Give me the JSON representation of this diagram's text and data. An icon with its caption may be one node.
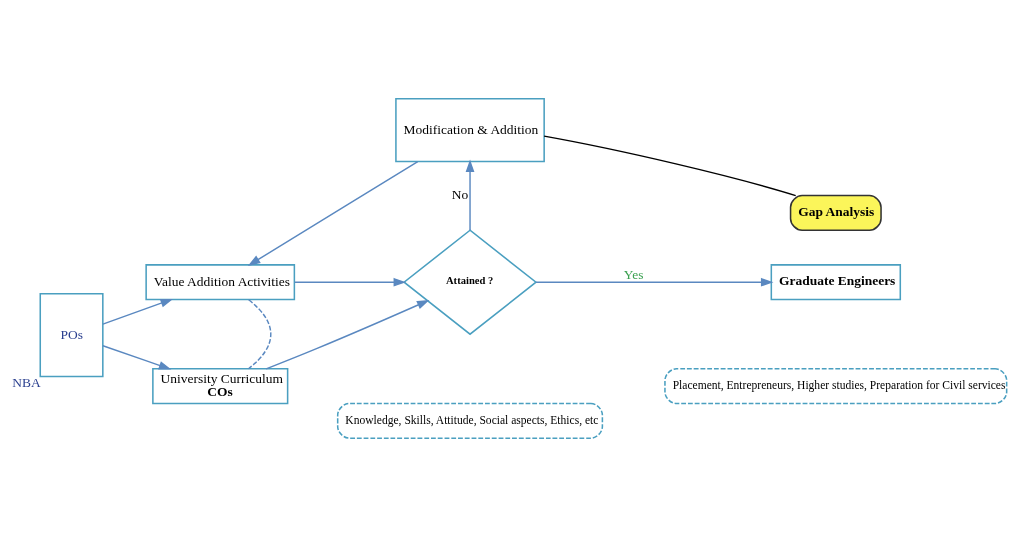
{
  "diagram": {
    "nodes": [
      {
        "text": [
          "POs"
        ],
        "beside": [
          "NBA"
        ]
      },
      {
        "text": [
          "Value Addition Activities"
        ]
      },
      {
        "text": [
          "University Curriculum",
          "COs"
        ]
      },
      {
        "text": [
          "Modification & Addition"
        ]
      },
      {
        "text": [
          "Gap Analysis"
        ]
      },
      {
        "text": [
          "Attained ?"
        ]
      },
      {
        "text": [
          "Knowledge, Skills, Attitude, Social aspects, Ethics, etc"
        ]
      },
      {
        "text": [
          "Graduate Engineers"
        ]
      },
      {
        "text": [
          "Placement, Entrepreneurs, Higher studies, Preparation for Civil services"
        ]
      }
    ],
    "edges": [
      {
        "from": 0,
        "to": 2,
        "arrow": "to"
      },
      {
        "from": 0,
        "to": 1,
        "arrow": "to"
      },
      {
        "from": 1,
        "to": 2,
        "arrow": "none",
        "style": "dashed"
      },
      {
        "from": 2,
        "to": 5,
        "arrow": "to"
      },
      {
        "from": 1,
        "to": 5,
        "arrow": "to"
      },
      {
        "from": 5,
        "to": 3,
        "arrow": "to",
        "label": "No"
      },
      {
        "from": 3,
        "to": 1,
        "arrow": "to"
      },
      {
        "from": 5,
        "to": 7,
        "arrow": "to",
        "label": "Yes"
      },
      {
        "from": 4,
        "to": 3,
        "arrow": "none",
        "color": "#000000"
      }
    ]
  }
}
